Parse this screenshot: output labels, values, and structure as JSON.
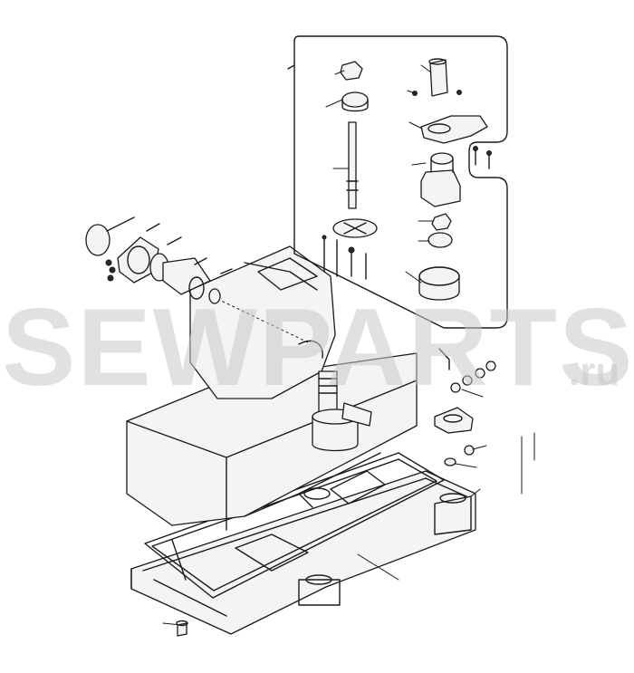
{
  "watermark": {
    "main": "SEWPARTS",
    "suffix": ".ru",
    "color": "#c9c9c9"
  },
  "diagram": {
    "kind": "exploded parts view",
    "line_color": "#1a1a1a",
    "background": "#ffffff"
  }
}
